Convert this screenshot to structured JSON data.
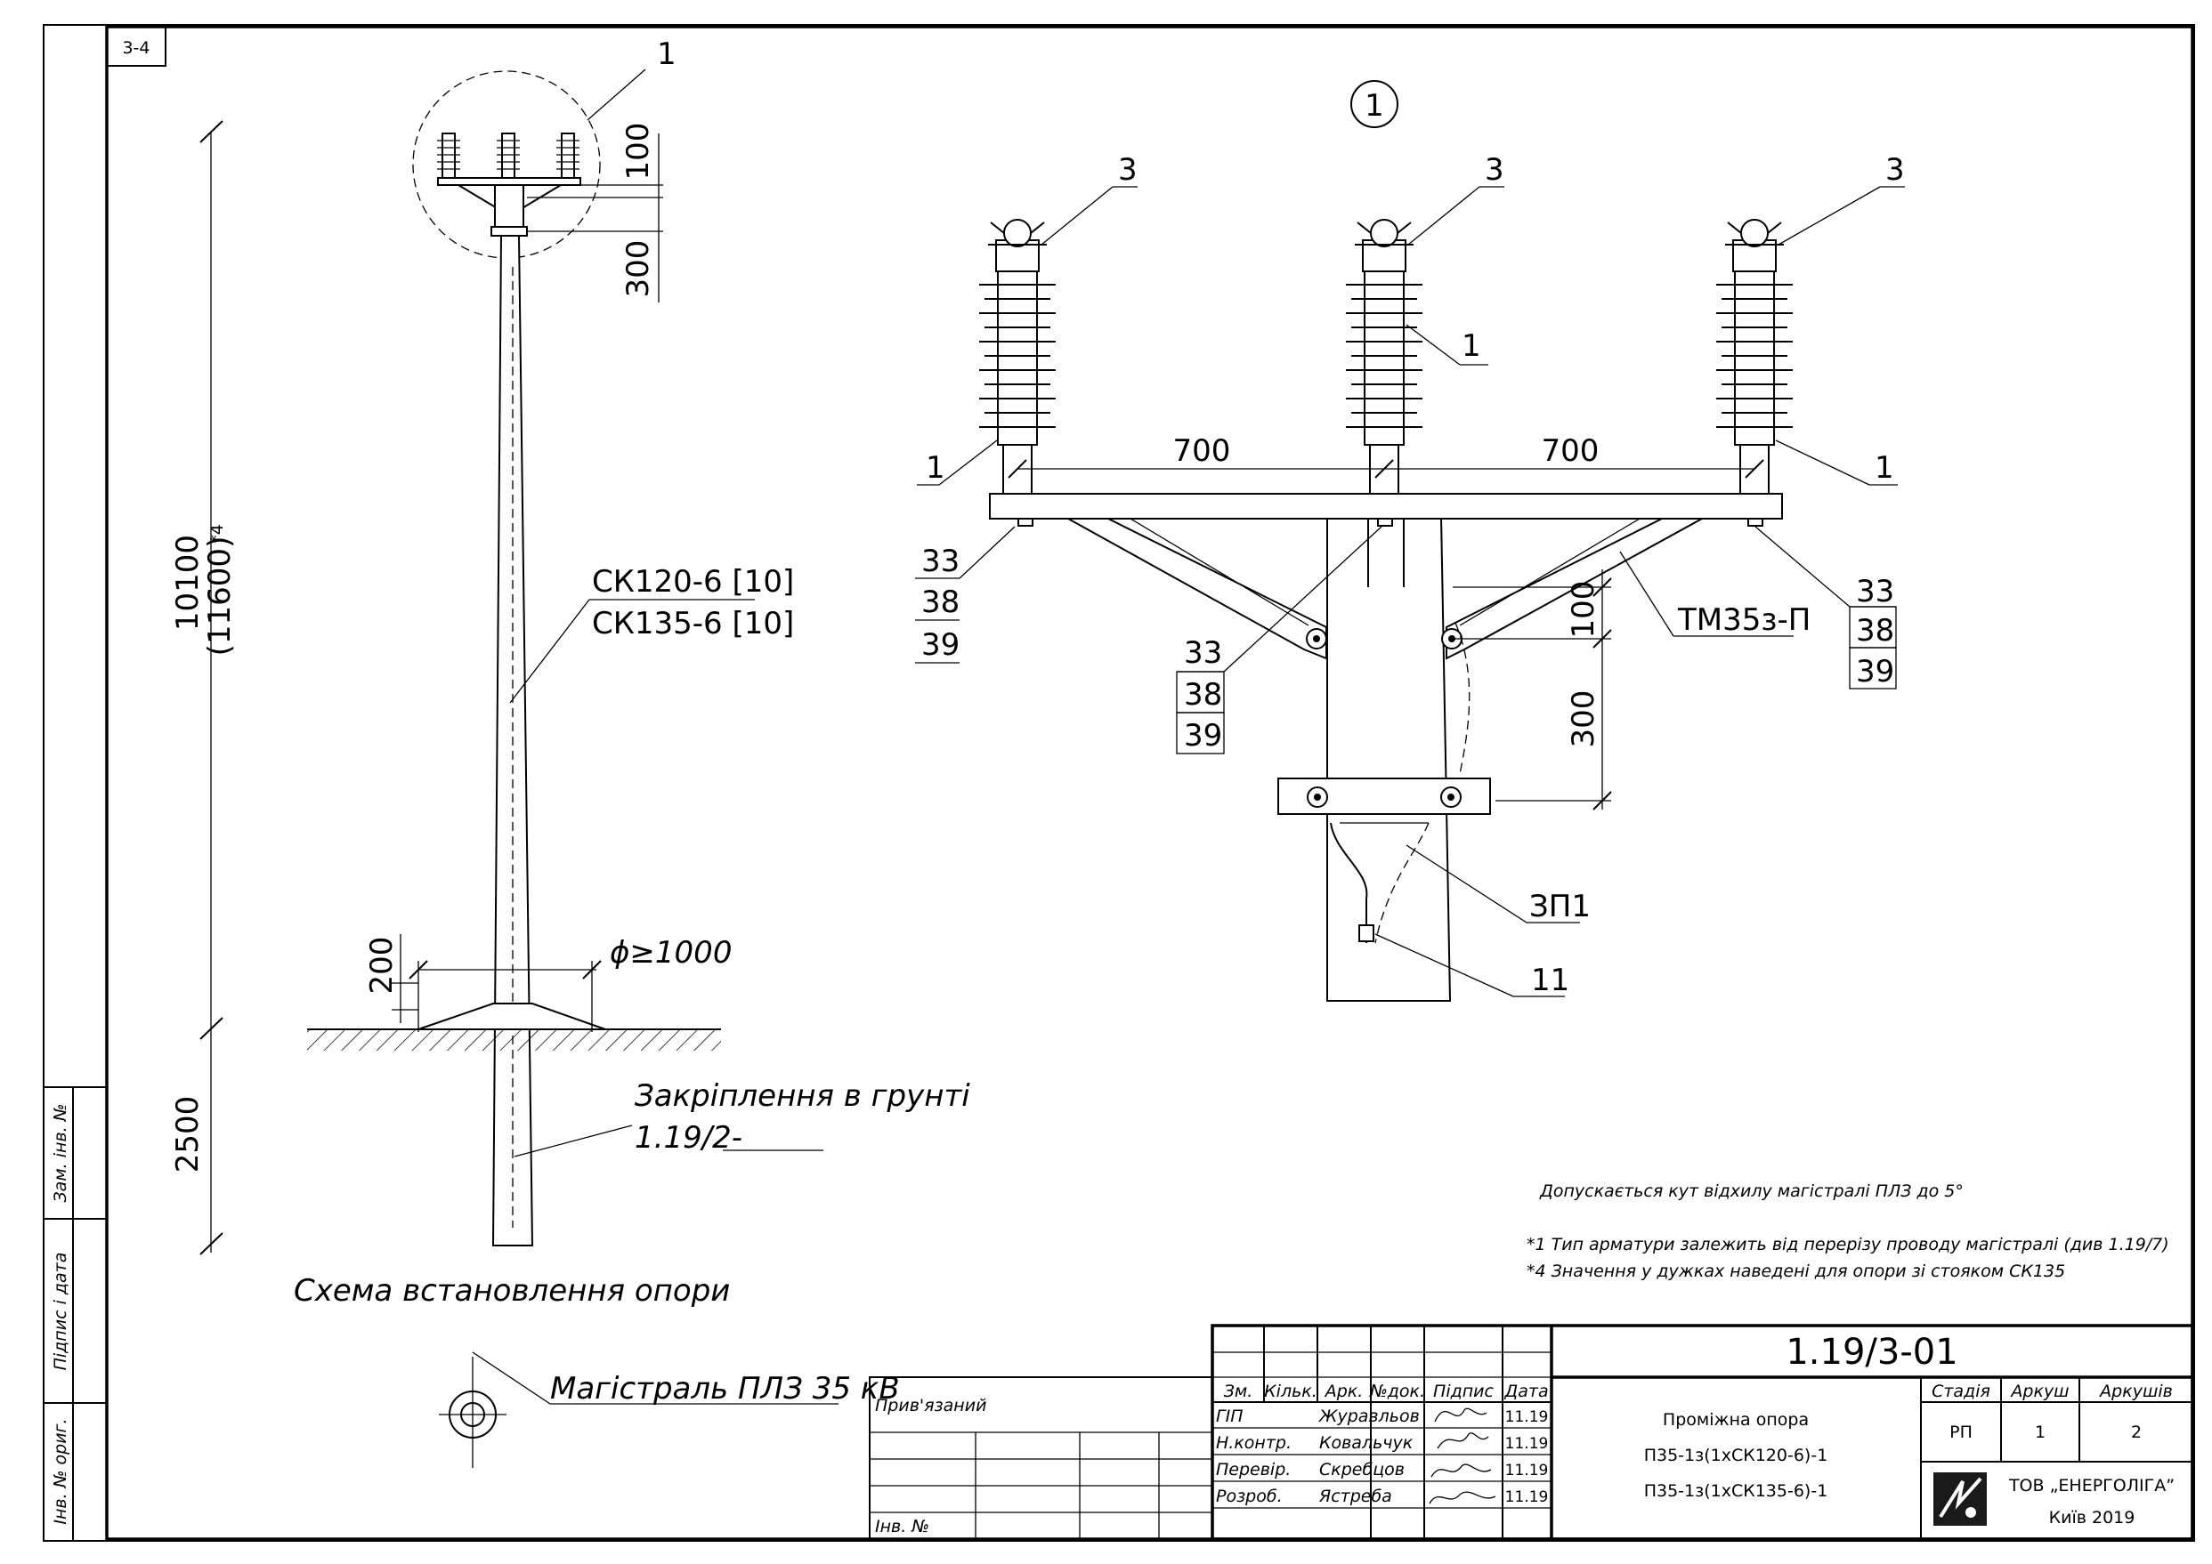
{
  "sheet": {
    "corner_tag": "3-4",
    "callout_main": "1",
    "detail_title": "1"
  },
  "pole_scheme": {
    "dim_top_100": "100",
    "dim_top_300": "300",
    "height_main": "10100",
    "height_alt": "(11600)",
    "height_note_mark": "*4",
    "pole_type_1": "СК120-6 [10]",
    "pole_type_2": "СК135-6 [10]",
    "dim_200": "200",
    "diameter": "ϕ≥1000",
    "embed_depth": "2500",
    "ground_fixing_label": "Закріплення в грунті",
    "ground_fixing_ref": "1.19/2-",
    "caption": "Схема встановлення опори",
    "mainline_label": "Магістраль ПЛЗ 35 кВ"
  },
  "detail": {
    "pos_3": "3",
    "pos_1": "1",
    "span_left": "700",
    "span_right": "700",
    "pos_33": "33",
    "pos_38": "38",
    "pos_39": "39",
    "crossarm": "ТМ35з-П",
    "dim_100": "100",
    "dim_300": "300",
    "ground_conductor": "ЗП1",
    "pos_11": "11"
  },
  "notes": {
    "deviation": "Допускається кут відхилу магістралі ПЛЗ до 5°",
    "note1": "*1 Тип арматури залежить від перерізу проводу магістралі (див 1.19/7)",
    "note4": "*4 Значення у дужках наведені для опори зі стояком СК135"
  },
  "side_stamp": {
    "zam": "Зам. інв. №",
    "pidpys": "Підпис і дата",
    "inv": "Інв. № ориг."
  },
  "title_block": {
    "pryvyazanyi": "Прив'язаний",
    "inv_no": "Інв. №",
    "code": "1.19/3-01",
    "headers": [
      "Зм.",
      "Кільк.",
      "Арк.",
      "№док.",
      "Підпис",
      "Дата"
    ],
    "roles": [
      {
        "role": "ГІП",
        "name": "Журавльов",
        "date": "11.19"
      },
      {
        "role": "Н.контр.",
        "name": "Ковальчук",
        "date": "11.19"
      },
      {
        "role": "Перевір.",
        "name": "Скребцов",
        "date": "11.19"
      },
      {
        "role": "Розроб.",
        "name": "Ястреба",
        "date": "11.19"
      }
    ],
    "desc_1": "Проміжна опора",
    "desc_2": "П35-1з(1хСК120-6)-1",
    "desc_3": "П35-1з(1хСК135-6)-1",
    "stage_header": "Стадія",
    "sheet_header": "Аркуш",
    "sheets_header": "Аркушів",
    "stage": "РП",
    "sheet": "1",
    "sheets": "2",
    "company": "ТОВ „ЕНЕРГОЛІГА”",
    "city_year": "Київ 2019"
  }
}
